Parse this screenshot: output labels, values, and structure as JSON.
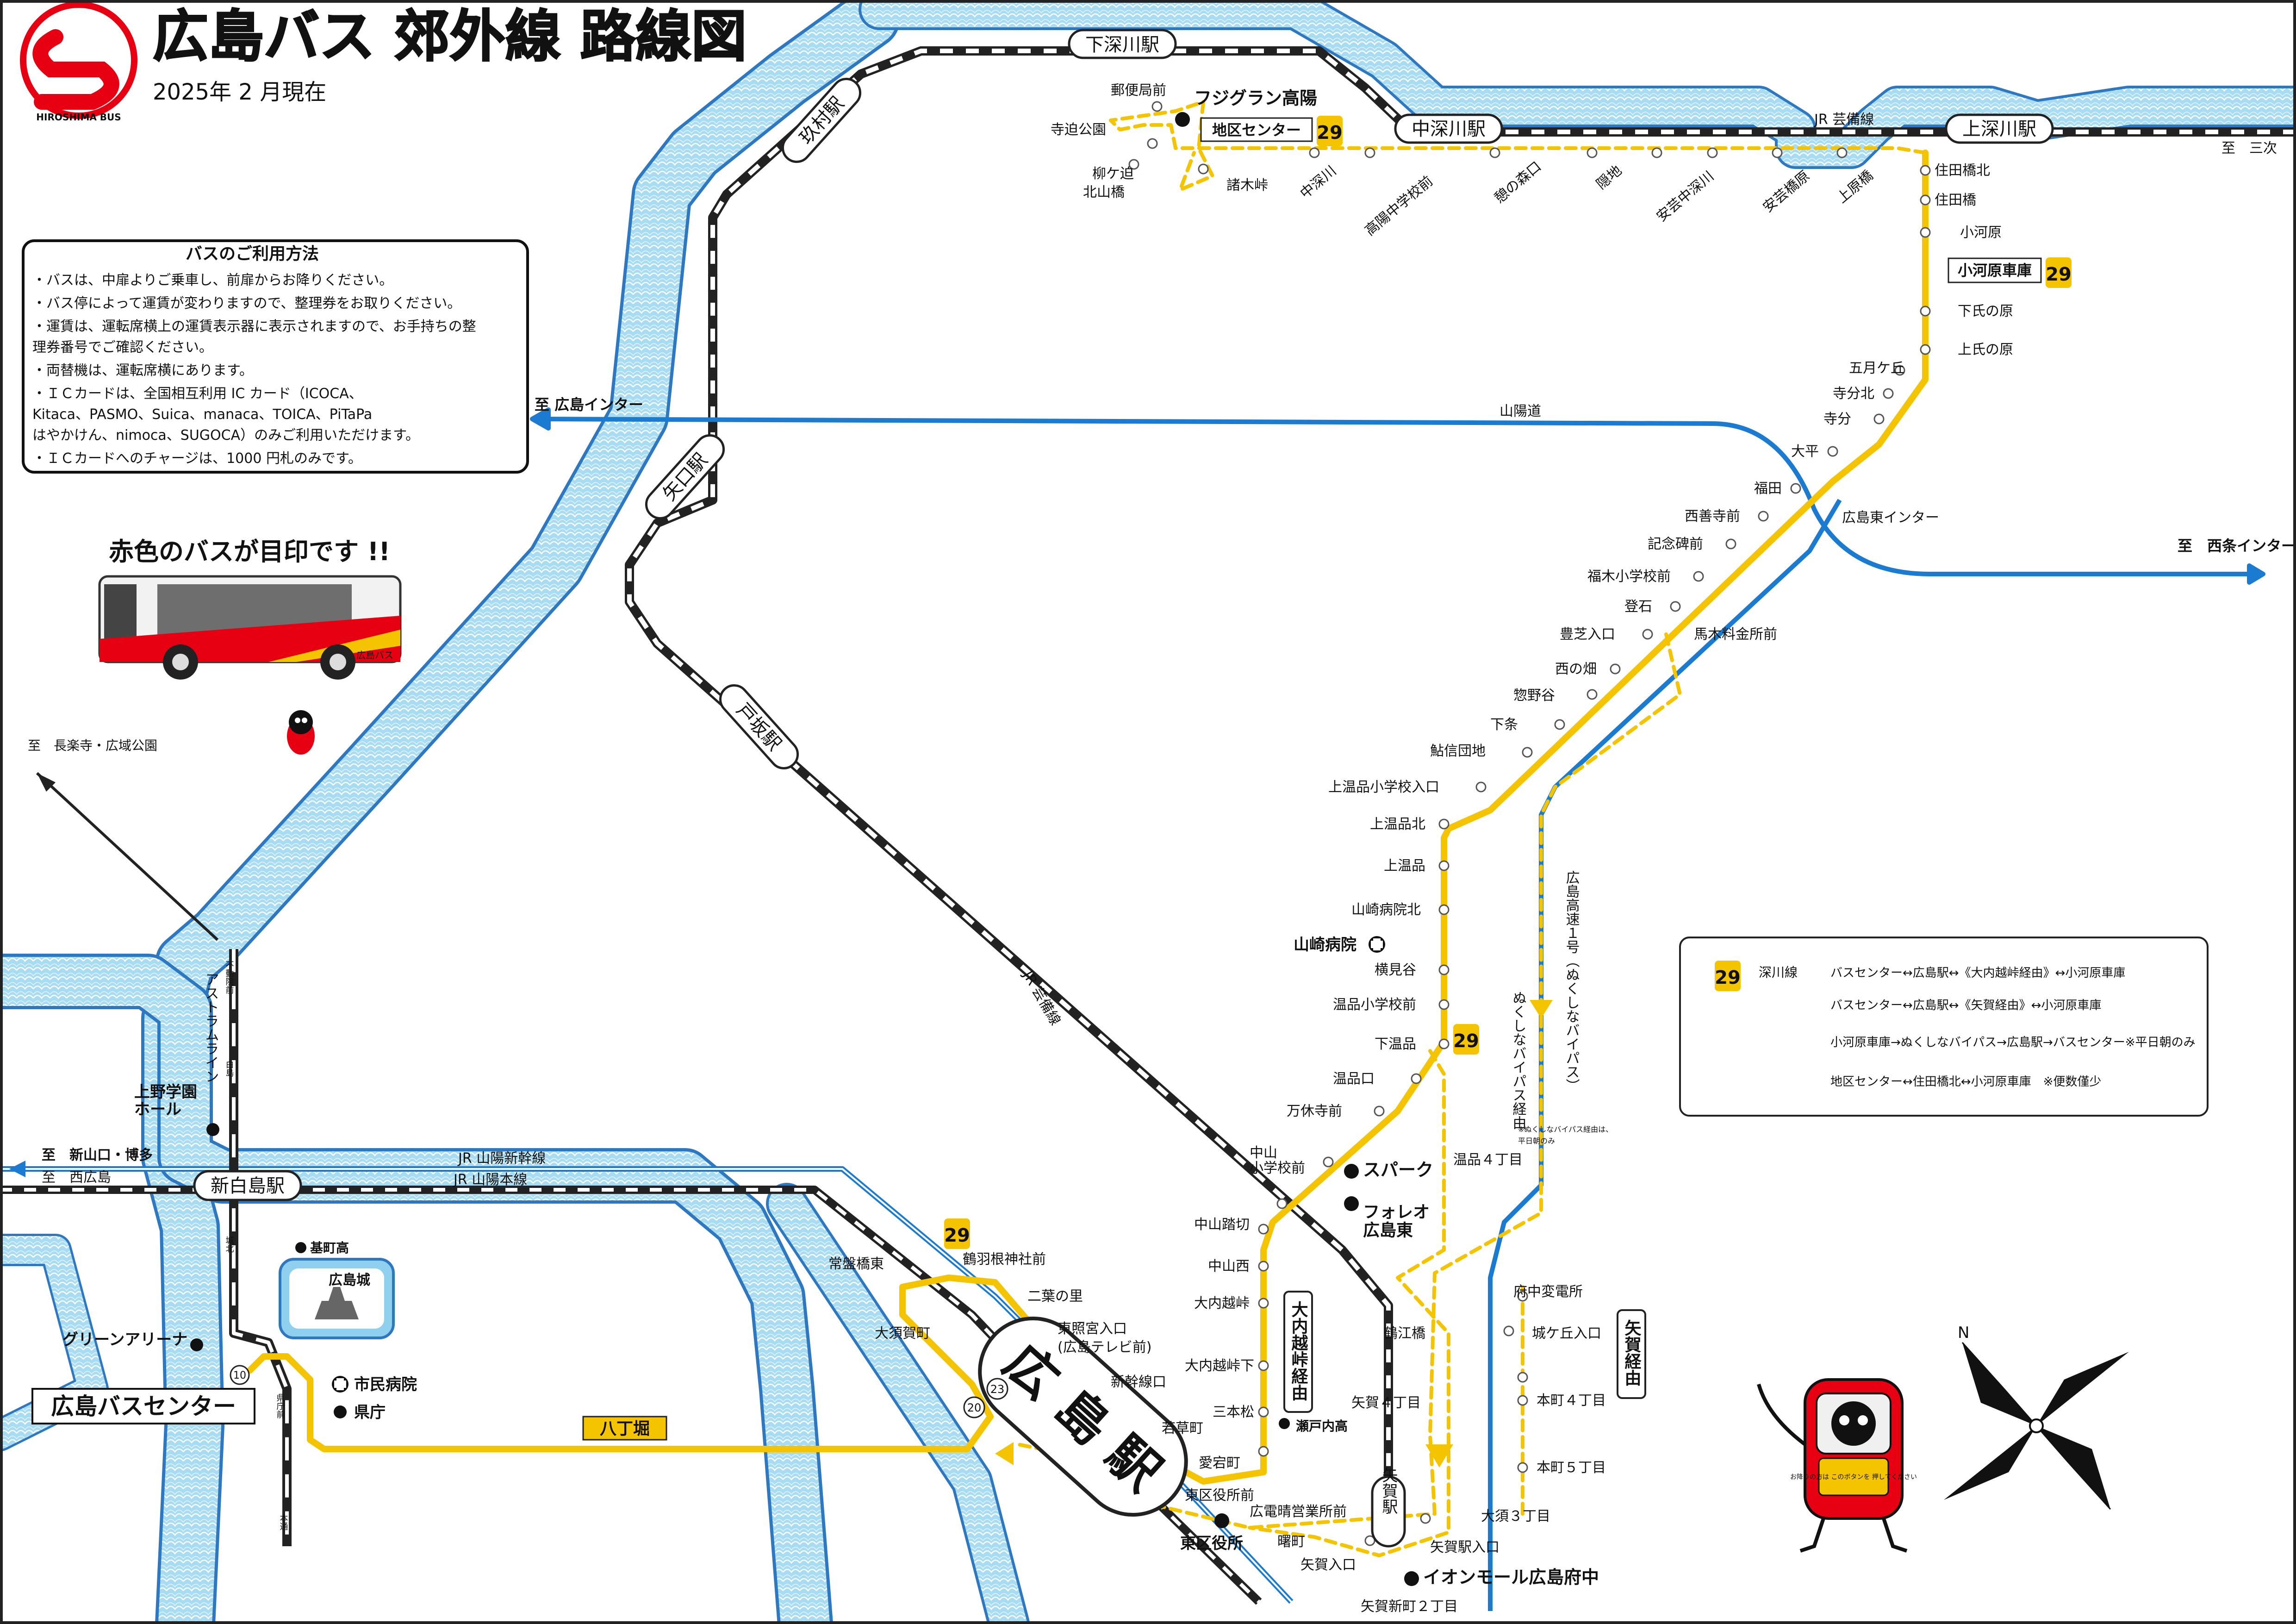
{
  "header": {
    "title": "広島バス 郊外線 路線図",
    "date": "2025年 2 月現在",
    "logo_text": "HIROSHIMA BUS"
  },
  "colors": {
    "route_yellow": "#f5c400",
    "route_blue": "#1a7bd1",
    "rail_black": "#222222",
    "river_blue": "#8fd0ef",
    "brand_red": "#e60012"
  },
  "info_box": {
    "title": "バスのご利用方法",
    "lines": [
      "・バスは、中扉よりご乗車し、前扉からお降りください。",
      "・バス停によって運賃が変わりますので、整理券をお取りください。",
      "・運賃は、運転席横上の運賃表示器に表示されますので、お手持ちの整",
      "理券番号でご確認ください。",
      "・両替機は、運転席横にあります。",
      "・ＩＣカードは、全国相互利用 IC カード（ICOCA、",
      "Kitaca、PASMO、Suica、manaca、TOICA、PiTaPa",
      "はやかけん、nimoca、SUGOCA）のみご利用いただけます。",
      "・ＩＣカードへのチャージは、1000 円札のみです。"
    ]
  },
  "bus_caption": "赤色のバスが目印です !!",
  "bus_side_text": "広島バス",
  "route_number": "29",
  "legend": {
    "line_name": "深川線",
    "routes": [
      "バスセンター↔広島駅↔《大内越峠経由》↔小河原車庫",
      "バスセンター↔広島駅↔《矢賀経由》↔小河原車庫",
      "小河原車庫→ぬくしなバイパス→広島駅→バスセンター※平日朝のみ",
      "地区センター↔住田橋北↔小河原車庫　※便数僅少"
    ]
  },
  "directions": {
    "sanji": "至　三次",
    "hiroshima_ic": "至 広島インター",
    "saijo_ic": "至　西条インター",
    "chorakuji": "至　長楽寺・広域公園",
    "shinyamaguchi": "至　新山口・博多",
    "nishihiroshima": "至　西広島"
  },
  "rail": {
    "geibi_top": "JR 芸備線",
    "geibi_diag": "JR 芸備線",
    "sanyo_shinkansen": "JR 山陽新幹線",
    "sanyo_main": "JR 山陽本線",
    "astram": "アストラムライン"
  },
  "roads": {
    "sanyo_expressway": "山陽道",
    "higashi_ic": "広島東インター",
    "expressway_1": "広島高速１号（ぬくしなバイパス）",
    "nukushina_note": "ぬくしなバイパス経由",
    "small_note_1": "※ぬくしなバイパス経由は、",
    "small_note_2": "平日朝のみ"
  },
  "stations": [
    {
      "id": "shimofukawa",
      "name": "下深川駅"
    },
    {
      "id": "nakafukawa",
      "name": "中深川駅"
    },
    {
      "id": "kamifukawa",
      "name": "上深川駅"
    },
    {
      "id": "kumura",
      "name": "玖村駅"
    },
    {
      "id": "yaguchi",
      "name": "矢口駅"
    },
    {
      "id": "tosaka",
      "name": "戸坂駅"
    },
    {
      "id": "shinhakushima",
      "name": "新白島駅"
    },
    {
      "id": "yaga",
      "name": "矢賀駅"
    },
    {
      "id": "hiroshima",
      "name": "広 島 駅"
    }
  ],
  "stops": [
    {
      "id": "yubinkyoku",
      "name": "郵便局前"
    },
    {
      "id": "terasako",
      "name": "寺迫公園"
    },
    {
      "id": "yanagasako",
      "name": "柳ケ迫"
    },
    {
      "id": "kitayamabashi",
      "name": "北山橋"
    },
    {
      "id": "shokitoge",
      "name": "諸木峠"
    },
    {
      "id": "nakafukawa_s",
      "name": "中深川"
    },
    {
      "id": "koyochu",
      "name": "高陽中学校前"
    },
    {
      "id": "sonomori",
      "name": "憩の森口"
    },
    {
      "id": "kumachi",
      "name": "隠地"
    },
    {
      "id": "agenaka",
      "name": "安芸中深川"
    },
    {
      "id": "agebashi",
      "name": "安芸橋原"
    },
    {
      "id": "kamiharabashi",
      "name": "上原橋"
    },
    {
      "id": "sumitakita",
      "name": "住田橋北"
    },
    {
      "id": "sumita",
      "name": "住田橋"
    },
    {
      "id": "kogawara",
      "name": "小河原"
    },
    {
      "id": "kogawara_depot",
      "name": "小河原車庫"
    },
    {
      "id": "shimoujihara",
      "name": "下氏の原"
    },
    {
      "id": "kamiujihara",
      "name": "上氏の原"
    },
    {
      "id": "satsukigaoka",
      "name": "五月ケ丘"
    },
    {
      "id": "terabunkita",
      "name": "寺分北"
    },
    {
      "id": "terabun",
      "name": "寺分"
    },
    {
      "id": "ohira",
      "name": "大平"
    },
    {
      "id": "fukuda",
      "name": "福田"
    },
    {
      "id": "nishizenji",
      "name": "西善寺前"
    },
    {
      "id": "kinenhi",
      "name": "記念碑前"
    },
    {
      "id": "fukugisho",
      "name": "福木小学校前"
    },
    {
      "id": "noboriishi",
      "name": "登石"
    },
    {
      "id": "mamiryokin",
      "name": "馬木料金所前"
    },
    {
      "id": "toyoshiba",
      "name": "豊芝入口"
    },
    {
      "id": "nishinohata",
      "name": "西の畑"
    },
    {
      "id": "enokidani",
      "name": "惣野谷"
    },
    {
      "id": "shimojo",
      "name": "下条"
    },
    {
      "id": "ayunodanchi",
      "name": "鮎信団地"
    },
    {
      "id": "kamiyusho",
      "name": "上温品小学校入口"
    },
    {
      "id": "kamiyukita",
      "name": "上温品北"
    },
    {
      "id": "kamiyu",
      "name": "上温品"
    },
    {
      "id": "yamazakikita",
      "name": "山崎病院北"
    },
    {
      "id": "yokomidani",
      "name": "横見谷"
    },
    {
      "id": "yushinasho",
      "name": "温品小学校前"
    },
    {
      "id": "shimoyushina",
      "name": "下温品"
    },
    {
      "id": "yushinaguchi",
      "name": "温品口"
    },
    {
      "id": "mankyuji",
      "name": "万休寺前"
    },
    {
      "id": "nakayamasho",
      "name": "中山\n小学校前"
    },
    {
      "id": "nakayamafumikiri",
      "name": "中山踏切"
    },
    {
      "id": "nakayamanishi",
      "name": "中山西"
    },
    {
      "id": "ouchigoe",
      "name": "大内越峠"
    },
    {
      "id": "ouchigoeshita",
      "name": "大内越峠下"
    },
    {
      "id": "sanbonmatsu",
      "name": "三本松"
    },
    {
      "id": "atagomae",
      "name": "愛宕町"
    },
    {
      "id": "wakakusa",
      "name": "若草町"
    },
    {
      "id": "shinkansenguchi",
      "name": "新幹線口"
    },
    {
      "id": "toshogu",
      "name": "東照宮入口"
    },
    {
      "id": "tv",
      "name": "(広島テレビ前)"
    },
    {
      "id": "futabanosato",
      "name": "二葉の里"
    },
    {
      "id": "tsurubane",
      "name": "鶴羽根神社前"
    },
    {
      "id": "tokiwabashi",
      "name": "常盤橋東"
    },
    {
      "id": "osugagamachi",
      "name": "大須賀町"
    },
    {
      "id": "higashikuyakusho",
      "name": "東区役所前"
    },
    {
      "id": "hiroden",
      "name": "広電晴営業所前"
    },
    {
      "id": "akebono",
      "name": "曙町"
    },
    {
      "id": "yagairiguchi",
      "name": "矢賀入口"
    },
    {
      "id": "yushina4",
      "name": "温品４丁目"
    },
    {
      "id": "tsuruebashi",
      "name": "鶴江橋"
    },
    {
      "id": "yaga4",
      "name": "矢賀４丁目"
    },
    {
      "id": "yagashin2",
      "name": "矢賀新町２丁目"
    },
    {
      "id": "yagaekiiriguchi",
      "name": "矢賀駅入口"
    },
    {
      "id": "osu3",
      "name": "大須３丁目"
    },
    {
      "id": "honmachi5",
      "name": "本町５丁目"
    },
    {
      "id": "honmachi4",
      "name": "本町４丁目"
    },
    {
      "id": "jogaoka",
      "name": "城ケ丘入口"
    },
    {
      "id": "fuchuhenden",
      "name": "府中変電所"
    }
  ],
  "via_labels": {
    "ouchigoe": "大内越峠経由",
    "yaga": "矢賀経由"
  },
  "landmarks": {
    "fujigran": "フジグラン高陽",
    "chiku_center": "地区センター",
    "yamazaki_hospital": "山崎病院",
    "spark": "スパーク",
    "folio": "フォレオ\n広島東",
    "seto": "瀬戸内高",
    "higashikuyakusho": "東区役所",
    "aeon": "イオンモール広島府中",
    "ueno": "上野学園\nホール",
    "motomachi": "基町高",
    "castle": "広島城",
    "green_arena": "グリーンアリーナ",
    "citizen_hospital": "市民病院",
    "prefecture": "県庁",
    "bus_center": "広島バスセンター",
    "hatchobori": "八丁堀"
  },
  "stop_numbers": {
    "a": "10",
    "b": "20",
    "c": "23"
  },
  "astram_stations": {
    "a": "不動院前",
    "b": "白島",
    "c": "城北",
    "d": "県庁前",
    "e": "本通"
  },
  "mascot_sign": "お降りの方は このボタンを 押してください",
  "compass": {
    "north": "N"
  }
}
